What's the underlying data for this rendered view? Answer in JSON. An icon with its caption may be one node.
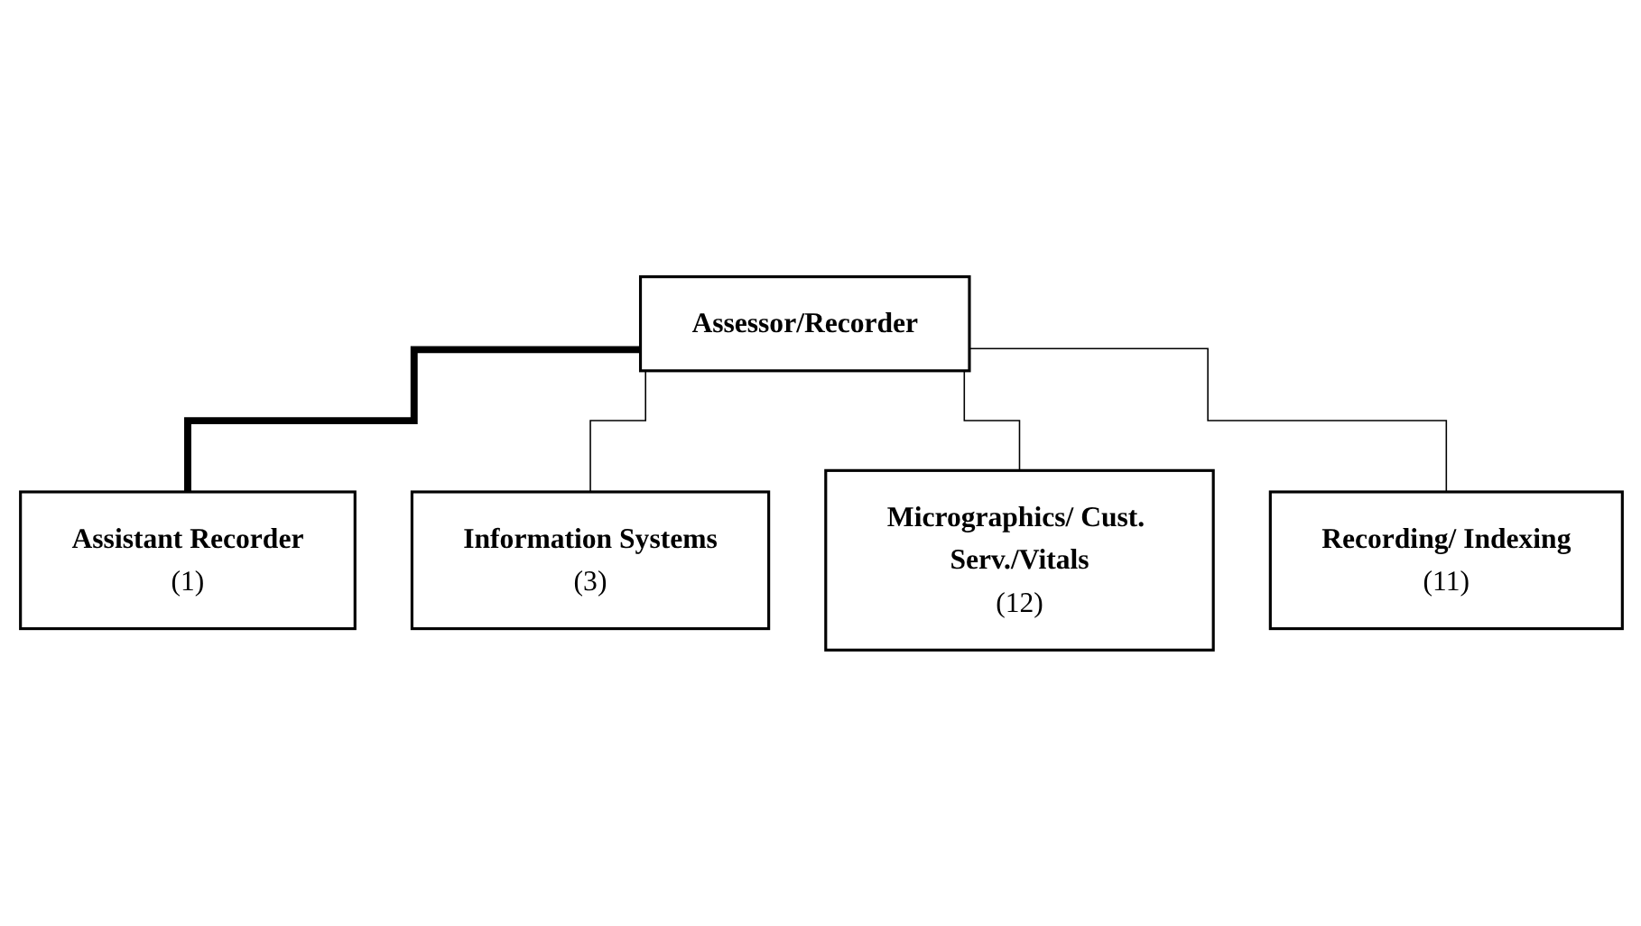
{
  "diagram": {
    "nodes": [
      {
        "text": [
          "Assessor/Recorder"
        ]
      },
      {
        "text": [
          "Assistant Recorder",
          "(1)"
        ]
      },
      {
        "text": [
          "Information Systems",
          "(3)"
        ]
      },
      {
        "text": [
          "Micrographics/ Cust. Serv./Vitals",
          "(12)"
        ]
      },
      {
        "text": [
          "Recording/ Indexing",
          "(11)"
        ]
      }
    ],
    "edges": [
      {
        "from": 0,
        "to": 1,
        "arrow": "none",
        "style": "thick"
      },
      {
        "from": 0,
        "to": 2,
        "arrow": "none"
      },
      {
        "from": 0,
        "to": 3,
        "arrow": "none"
      },
      {
        "from": 0,
        "to": 4,
        "arrow": "none"
      }
    ]
  }
}
